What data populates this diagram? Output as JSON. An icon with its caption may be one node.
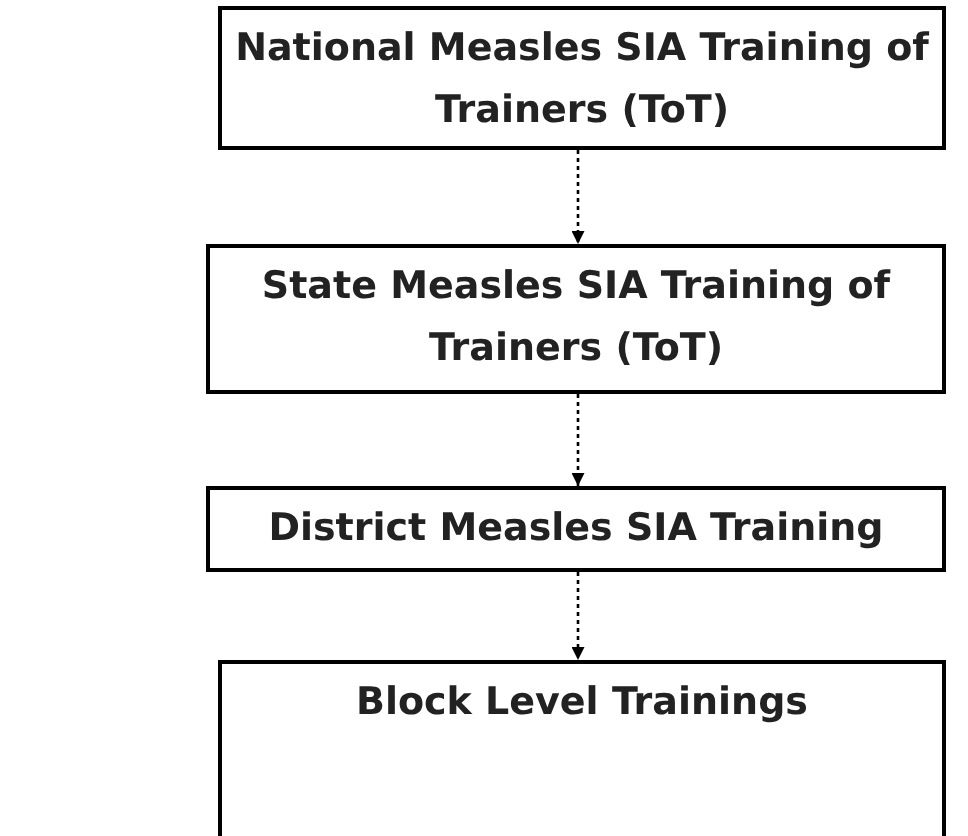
{
  "diagram": {
    "nodes": [
      {
        "text": [
          "National Measles SIA Training of Trainers (ToT)"
        ]
      },
      {
        "text": [
          "State Measles SIA Training of Trainers (ToT)"
        ]
      },
      {
        "text": [
          "District Measles SIA Training"
        ]
      },
      {
        "text": [
          "Block Level Trainings"
        ]
      }
    ],
    "edges": [
      {
        "from": 0,
        "to": 1,
        "arrow": "to",
        "style": "dashed"
      },
      {
        "from": 1,
        "to": 2,
        "arrow": "to",
        "style": "dashed"
      },
      {
        "from": 2,
        "to": 3,
        "arrow": "to",
        "style": "dashed"
      }
    ]
  }
}
